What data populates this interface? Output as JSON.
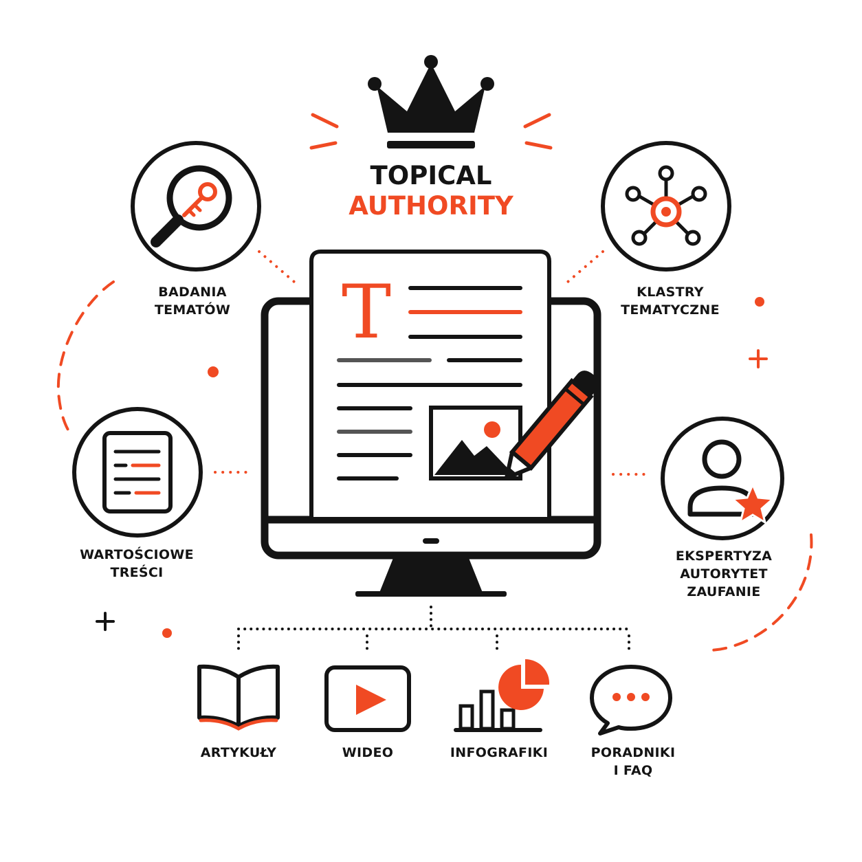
{
  "colors": {
    "accent": "#f04a23",
    "ink": "#141414",
    "gray": "#555555",
    "background": "#ffffff"
  },
  "title": {
    "line1": "TOPICAL",
    "line2": "AUTHORITY"
  },
  "center_document": {
    "heading_glyph": "T"
  },
  "nodes": {
    "research": {
      "icon": "magnifier-key-icon",
      "line1": "BADANIA",
      "line2": "TEMATÓW"
    },
    "clusters": {
      "icon": "network-hub-icon",
      "line1": "KLASTRY",
      "line2": "TEMATYCZNE"
    },
    "content": {
      "icon": "document-lines-icon",
      "line1": "WARTOŚCIOWE",
      "line2": "TREŚCI"
    },
    "expertise": {
      "icon": "user-star-icon",
      "line1": "EKSPERTYZA",
      "line2": "AUTORYTET",
      "line3": "ZAUFANIE"
    }
  },
  "formats": [
    {
      "icon": "open-book-icon",
      "line1": "ARTYKUŁY",
      "line2": ""
    },
    {
      "icon": "video-play-icon",
      "line1": "WIDEO",
      "line2": ""
    },
    {
      "icon": "bar-pie-chart-icon",
      "line1": "INFOGRAFIKI",
      "line2": ""
    },
    {
      "icon": "speech-bubble-icon",
      "line1": "PORADNIKI",
      "line2": "I FAQ"
    }
  ]
}
